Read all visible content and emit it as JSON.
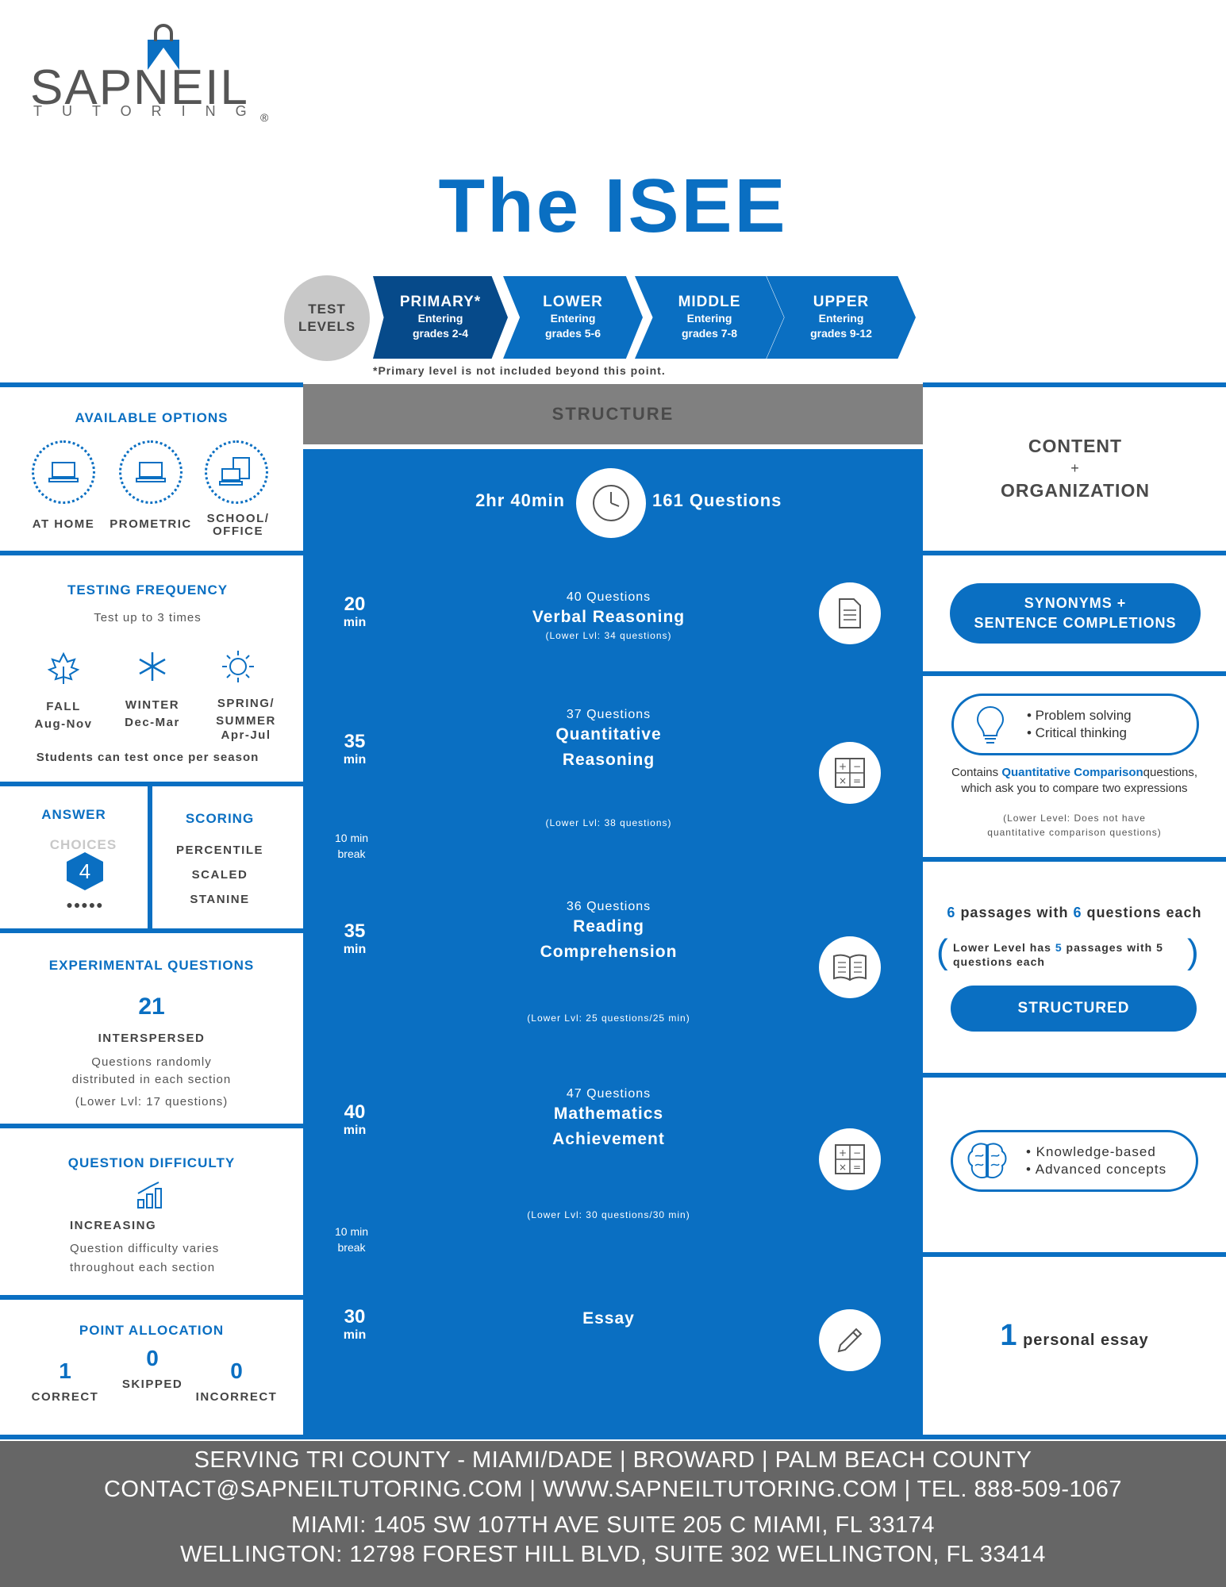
{
  "logo": {
    "word": "SAPNEIL",
    "sub": "TUTORING",
    "reg": "®"
  },
  "title": "The ISEE",
  "test_levels": {
    "label_line1": "TEST",
    "label_line2": "LEVELS",
    "levels": [
      {
        "name": "PRIMARY*",
        "line1": "Entering",
        "line2": "grades 2-4"
      },
      {
        "name": "LOWER",
        "line1": "Entering",
        "line2": "grades 5-6"
      },
      {
        "name": "MIDDLE",
        "line1": "Entering",
        "line2": "grades 7-8"
      },
      {
        "name": "UPPER",
        "line1": "Entering",
        "line2": "grades 9-12"
      }
    ],
    "note": "*Primary level is not included beyond this point."
  },
  "options": {
    "heading": "AVAILABLE OPTIONS",
    "items": [
      "AT HOME",
      "PROMETRIC",
      "SCHOOL/",
      "OFFICE"
    ]
  },
  "frequency": {
    "heading": "TESTING FREQUENCY",
    "sub": "Test up to 3 times",
    "seasons": [
      {
        "name": "FALL",
        "range": "Aug-Nov"
      },
      {
        "name": "WINTER",
        "range": "Dec-Mar"
      },
      {
        "name": "SPRING/",
        "name2": "SUMMER",
        "range": "Apr-Jul"
      }
    ],
    "note": "Students can test once per season"
  },
  "answer": {
    "heading": "ANSWER",
    "sub": "CHOICES",
    "value": "4",
    "dots": "●●●●●"
  },
  "scoring": {
    "heading": "SCORING",
    "items": [
      "PERCENTILE",
      "SCALED",
      "STANINE"
    ]
  },
  "experimental": {
    "heading": "EXPERIMENTAL QUESTIONS",
    "value": "21",
    "label": "INTERSPERSED",
    "desc1": "Questions randomly",
    "desc2": "distributed in each section",
    "lower": "(Lower Lvl: 17 questions)"
  },
  "difficulty": {
    "heading": "QUESTION DIFFICULTY",
    "label": "INCREASING",
    "desc1": "Question difficulty varies",
    "desc2": "throughout each section"
  },
  "points": {
    "heading": "POINT ALLOCATION",
    "items": [
      {
        "value": "1",
        "label": "CORRECT"
      },
      {
        "value": "0",
        "label": "SKIPPED"
      },
      {
        "value": "0",
        "label": "INCORRECT"
      }
    ]
  },
  "structure": {
    "heading": "STRUCTURE",
    "total_time": "2hr 40min",
    "total_questions": "161 Questions",
    "sections": [
      {
        "time": "20",
        "unit": "min",
        "questions": "40 Questions",
        "name1": "Verbal Reasoning",
        "name2": "",
        "lower": "(Lower Lvl: 34 questions)"
      },
      {
        "time": "35",
        "unit": "min",
        "questions": "37 Questions",
        "name1": "Quantitative",
        "name2": "Reasoning",
        "lower": "(Lower Lvl: 38 questions)"
      },
      {
        "time": "35",
        "unit": "min",
        "questions": "36 Questions",
        "name1": "Reading",
        "name2": "Comprehension",
        "lower": "(Lower Lvl: 25 questions/25 min)"
      },
      {
        "time": "40",
        "unit": "min",
        "questions": "47 Questions",
        "name1": "Mathematics",
        "name2": "Achievement",
        "lower": "(Lower Lvl: 30 questions/30 min)"
      },
      {
        "time": "30",
        "unit": "min",
        "questions": "",
        "name1": "Essay",
        "name2": "",
        "lower": ""
      }
    ],
    "break1": "10 min",
    "break2": "break"
  },
  "content": {
    "heading1": "CONTENT",
    "plus": "+",
    "heading2": "ORGANIZATION",
    "verbal_pill1": "SYNONYMS +",
    "verbal_pill2": "SENTENCE COMPLETIONS",
    "quant_b1": "• Problem solving",
    "quant_b2": "• Critical thinking",
    "quant_contains": "Contains ",
    "quant_highlight": "Quantitative Comparison",
    "quant_rest": "questions,",
    "quant_line2": "which ask you to compare two expressions",
    "quant_lower1": "(Lower Level: Does not have",
    "quant_lower2": "quantitative comparison questions)",
    "reading_n1": "6",
    "reading_t1": " passages with ",
    "reading_n2": "6",
    "reading_t2": " questions each",
    "reading_lower_a": "Lower Level has ",
    "reading_lower_n": "5",
    "reading_lower_b": " passages with 5",
    "reading_lower_c": "questions each",
    "reading_pill": "STRUCTURED",
    "math_b1": "• Knowledge-based",
    "math_b2": "• Advanced concepts",
    "essay_n": "1",
    "essay_t": " personal essay"
  },
  "footer": {
    "line1": "SERVING TRI COUNTY - MIAMI/DADE | BROWARD | PALM BEACH COUNTY",
    "line2": "CONTACT@SAPNEILTUTORING.COM | WWW.SAPNEILTUTORING.COM  | TEL. 888-509-1067",
    "line3": "MIAMI: 1405 SW 107TH AVE SUITE 205 C MIAMI, FL 33174",
    "line4": "WELLINGTON: 12798 FOREST HILL BLVD, SUITE 302 WELLINGTON, FL 33414"
  }
}
